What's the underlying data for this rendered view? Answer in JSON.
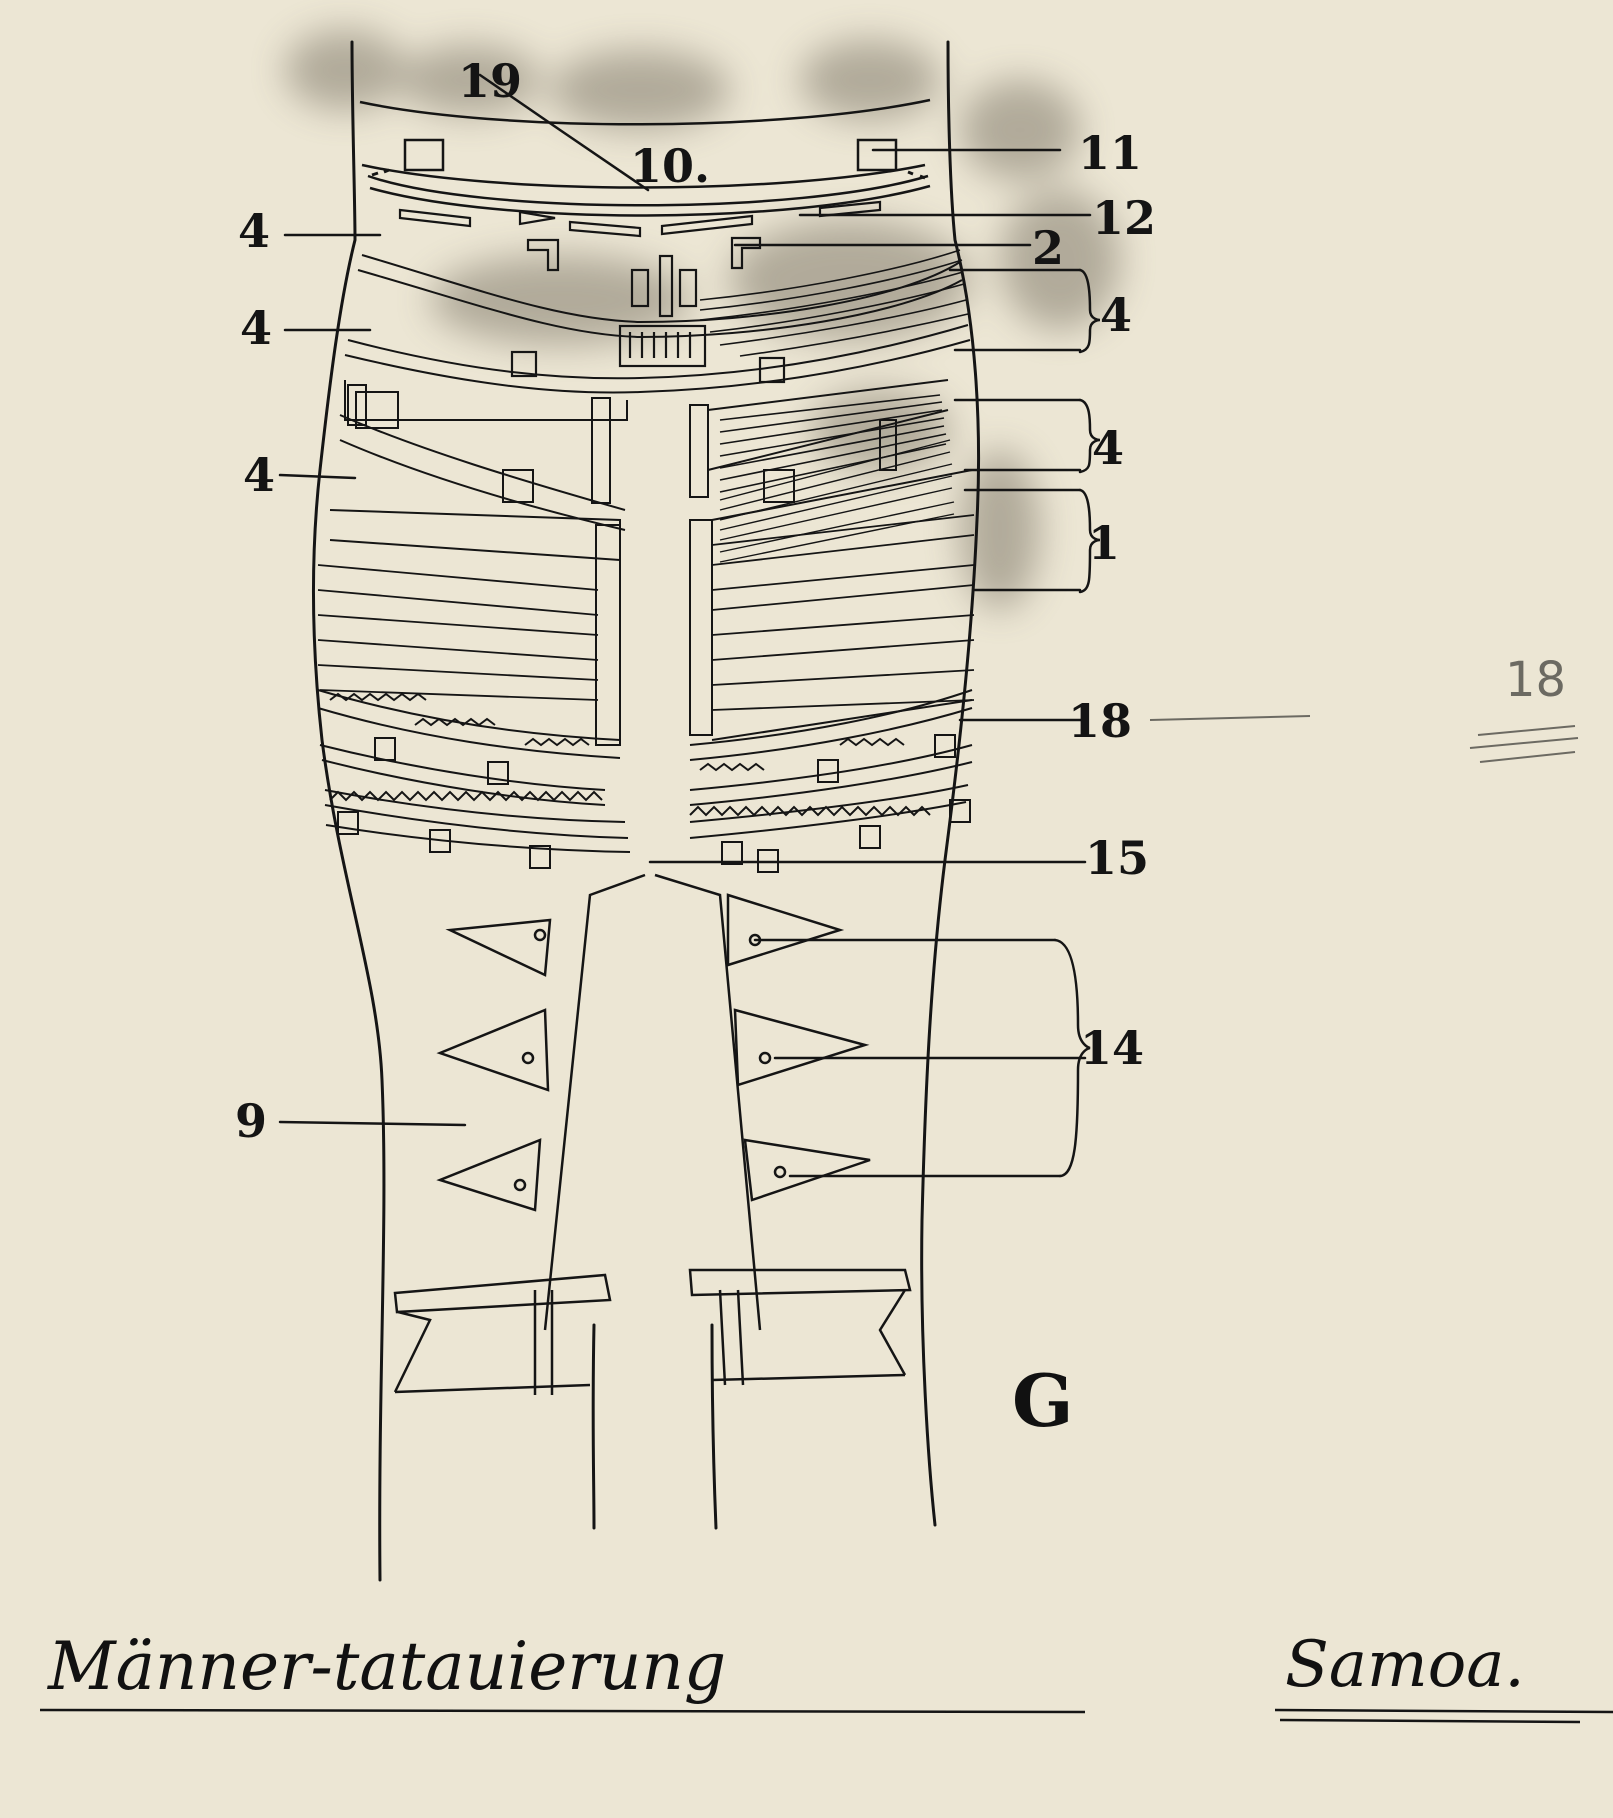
{
  "figure_letter": "G",
  "caption": "Männer-tatauierung",
  "place": "Samoa.",
  "page_note": "18",
  "labels": {
    "l19": "19",
    "l10": "10.",
    "l11": "11",
    "l12": "12",
    "l2": "2",
    "l4a": "4",
    "l4b": "4",
    "l4c": "4",
    "l4d": "4",
    "l4e": "4",
    "l1": "1",
    "l18": "18",
    "l15": "15",
    "l14": "14",
    "l9": "9"
  },
  "colors": {
    "paper": "#ece6d4",
    "ink": "#151515",
    "pencil": "#6c6a62",
    "stain": "#6b6455"
  }
}
